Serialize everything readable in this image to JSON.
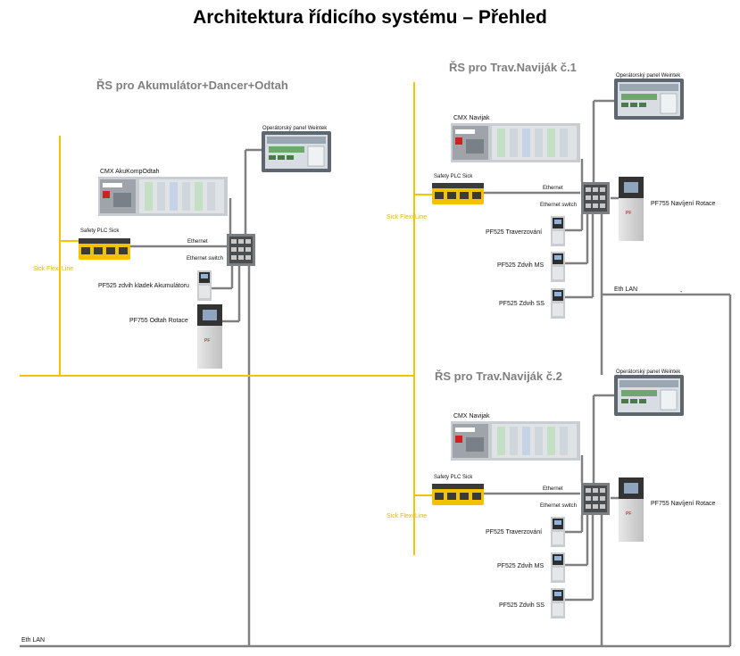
{
  "title": "Architektura řídicího systému – Přehled",
  "colors": {
    "bus": "#808080",
    "safety_line": "#f5c400",
    "safety_text": "#e6b800",
    "section_title": "#7f7f7f"
  },
  "eth_lan": "Eth LAN",
  "sections": [
    {
      "title": "ŘS pro Akumulátor+Dancer+Odtah",
      "panel": "Operátorský panel Weintek",
      "plc": "CMX AkuKompOdtah",
      "safety_plc": "Safety PLC Sick",
      "ethernet": "Ethernet",
      "switch": "Ethernet switch",
      "sick_line": "Sick Flexi Line",
      "drives": [
        "PF525 zdvih kladek Akumulátoru",
        "PF755 Odtah Rotace"
      ]
    },
    {
      "title": "ŘS pro Trav.Naviják č.1",
      "panel": "Operátorský panel Weintek",
      "plc": "CMX Navijak",
      "safety_plc": "Safety PLC Sick",
      "ethernet": "Ethernet",
      "switch": "Ethernet switch",
      "sick_line": "Sick Flexi Line",
      "main_drive": "PF755 Navíjení Rotace",
      "drives": [
        "PF525 Traverzování",
        "PF525 Zdvih MS",
        "PF525 Zdvih SS"
      ],
      "eth_lan": "Eth LAN"
    },
    {
      "title": "ŘS pro Trav.Naviják č.2",
      "panel": "Operátorský panel Weintek",
      "plc": "CMX Navijak",
      "safety_plc": "Safety PLC Sick",
      "ethernet": "Ethernet",
      "switch": "Ethernet switch",
      "sick_line": "Sick Flexi Line",
      "main_drive": "PF755 Navíjení Rotace",
      "drives": [
        "PF525 Traverzování",
        "PF525 Zdvih MS",
        "PF525 Zdvih SS"
      ]
    }
  ]
}
